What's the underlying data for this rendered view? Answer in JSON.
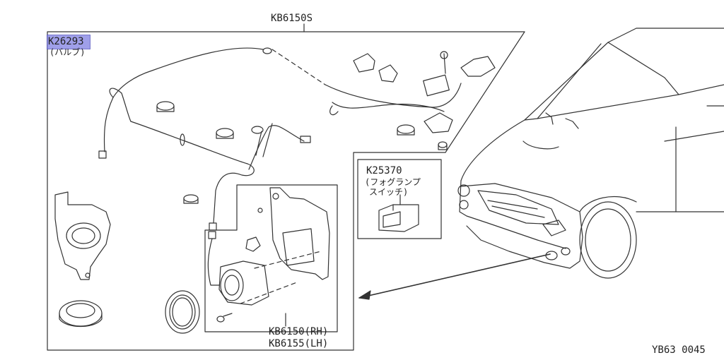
{
  "parts": {
    "harness": {
      "code": "KB6150S"
    },
    "bulb": {
      "code": "K26293",
      "name": "(バルブ)"
    },
    "fog_switch": {
      "code": "K25370",
      "name_line1": "(フォグランプ",
      "name_line2": "スイッチ)"
    },
    "fog_lamp_rh": {
      "code": "KB6150(RH)"
    },
    "fog_lamp_lh": {
      "code": "KB6155(LH)"
    }
  },
  "diagram_id": "YB63 0045"
}
